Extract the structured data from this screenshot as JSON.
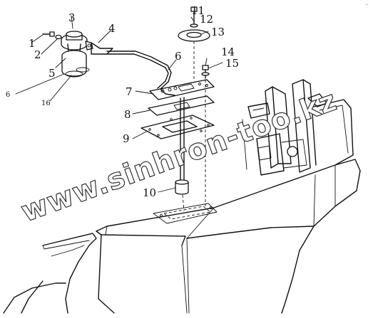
{
  "labels": {
    "l1": "1",
    "l2": "2",
    "l3": "3",
    "l4": "4",
    "l5": "5",
    "l6a": "6",
    "l6b": "6",
    "l7": "7",
    "l8": "8",
    "l9": "9",
    "l10": "10",
    "l11": "11",
    "l12": "12",
    "l13": "13",
    "l14": "14",
    "l15": "15",
    "l16": "16"
  },
  "watermark": "www.sinhron-too.kz",
  "corner_mark": "~"
}
